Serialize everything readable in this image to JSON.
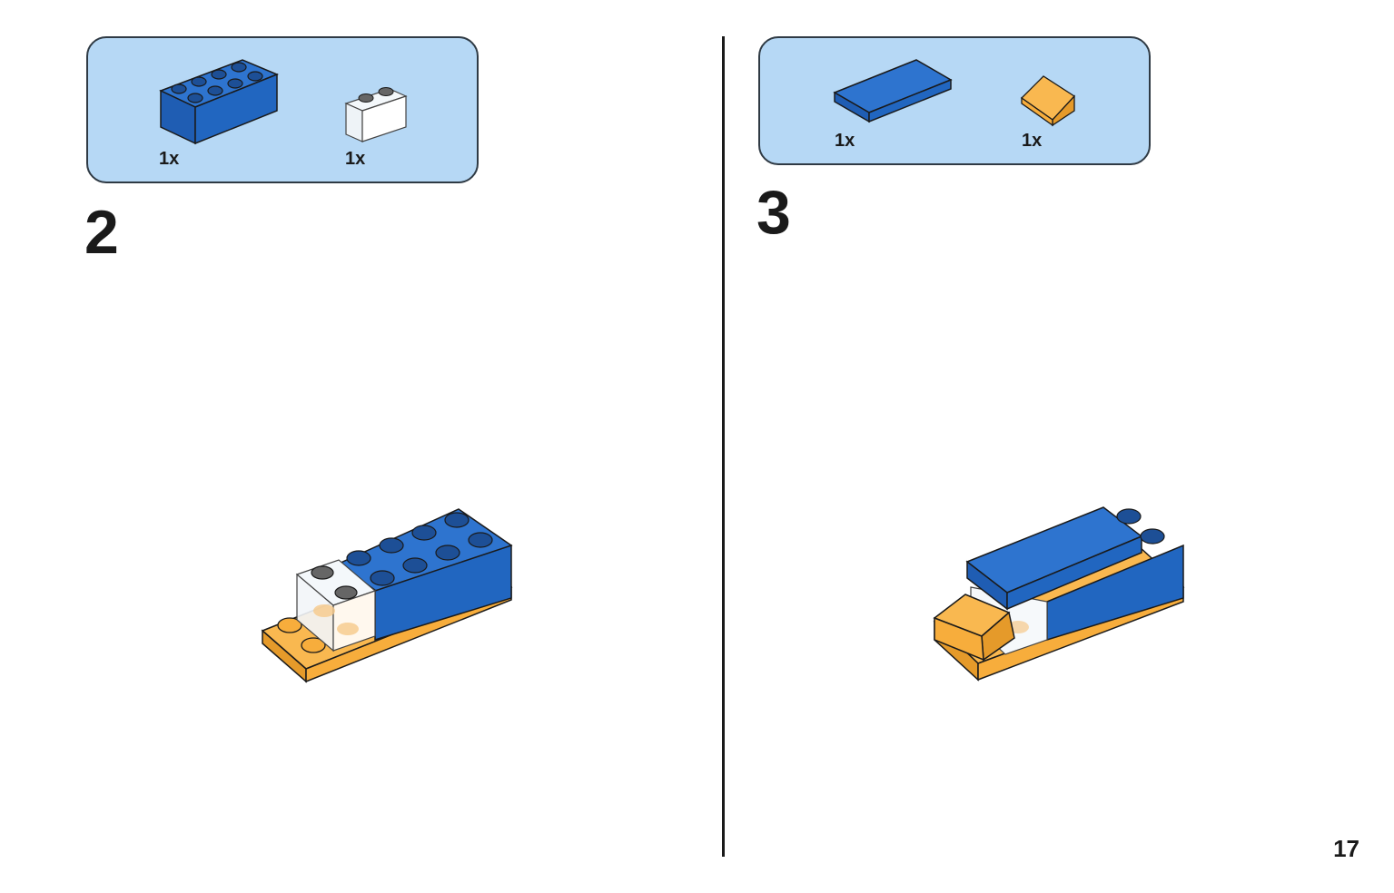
{
  "steps": [
    {
      "number": "2",
      "parts": [
        {
          "qty": "1x",
          "piece": "blue-brick-2x4"
        },
        {
          "qty": "1x",
          "piece": "transparent-brick-1x2"
        }
      ]
    },
    {
      "number": "3",
      "parts": [
        {
          "qty": "1x",
          "piece": "blue-tile-2x4"
        },
        {
          "qty": "1x",
          "piece": "orange-slope-1x2"
        }
      ]
    }
  ],
  "page_number": "17",
  "colors": {
    "blue": "#2166c0",
    "orange": "#f7ad3c",
    "panel": "#b6d8f5",
    "outline": "#1a1a1a"
  }
}
